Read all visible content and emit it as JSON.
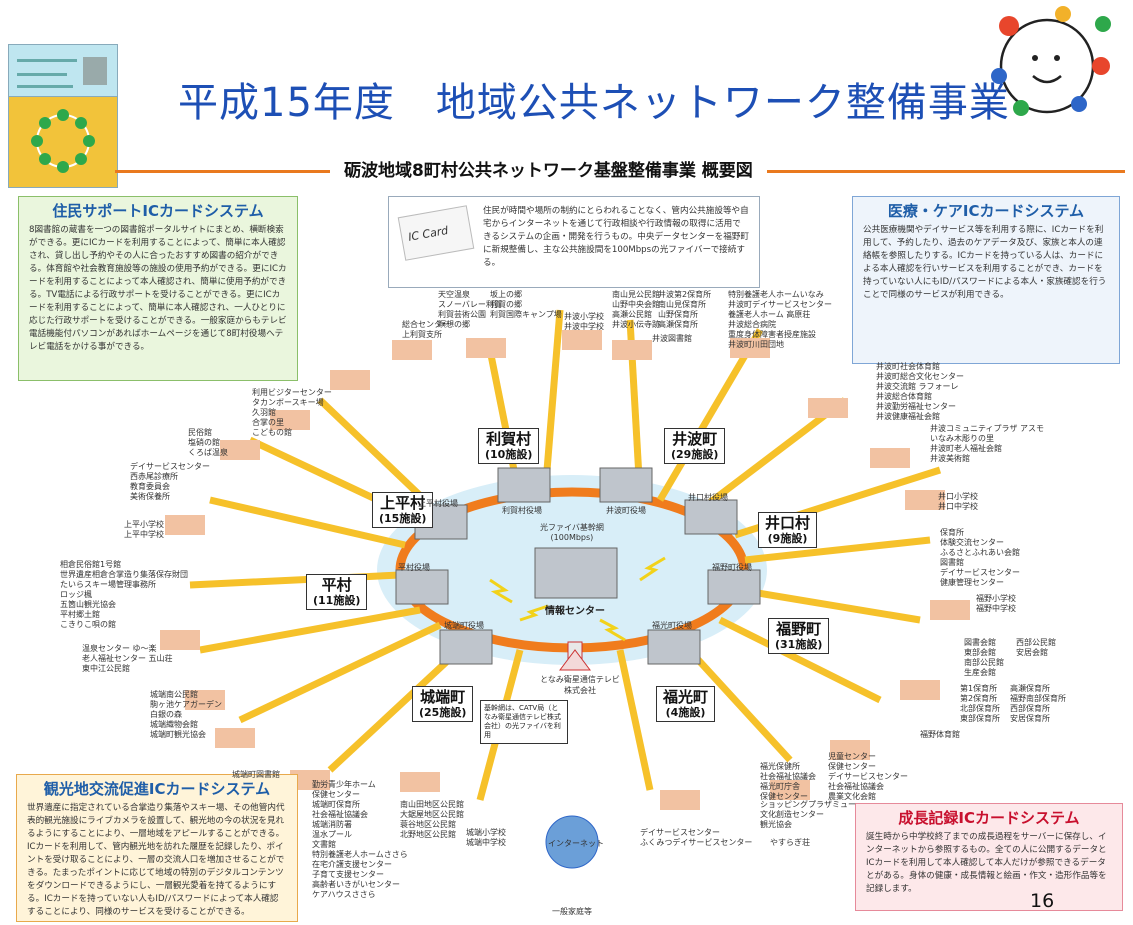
{
  "title": "平成15年度　地域公共ネットワーク整備事業",
  "subtitle": "砺波地域8町村公共ネットワーク基盤整備事業 概要図",
  "page_number": "16",
  "ic_card_label": "IC Card",
  "panels": {
    "jumin": {
      "title": "住民サポートICカードシステム",
      "body": "8図書館の蔵書を一つの図書館ポータルサイトにまとめ、横断検索ができる。更にICカードを利用することによって、簡単に本人確認され、貸し出し予約やその人に合ったおすすめ図書の紹介ができる。体育館や社会教育施設等の施設の使用予約ができる。更にICカードを利用することによって本人確認され、簡単に使用予約ができる。TV電話による行政サポートを受けることができる。更にICカードを利用することによって、簡単に本人確認され、一人ひとりに応じた行政サポートを受けることができる。一般家庭からもテレビ電話機能付パソコンがあればホームページを通じて8町村役場へテレビ電話をかける事ができる。"
    },
    "ic": {
      "body": "住民が時間や場所の制約にとらわれることなく、管内公共施設等や自宅からインターネットを通じて行政相談や行政情報の取得に活用できるシステムの企画・開発を行うもの。中央データセンターを福野町に新規整備し、主な公共施設間を100Mbpsの光ファイバーで接続する。"
    },
    "iryo": {
      "title": "医療・ケアICカードシステム",
      "body": "公共医療機関やデイサービス等を利用する際に、ICカードを利用して、予約したり、過去のケアデータ及び、家族と本人の連絡帳を参照したりする。ICカードを持っている人は、カードによる本人確認を行いサービスを利用することができ、カードを持っていない人にもID/パスワードによる本人・家族確認を行うことで同様のサービスが利用できる。"
    },
    "kanko": {
      "title": "観光地交流促進ICカードシステム",
      "body": "世界遺産に指定されている合掌造り集落やスキー場、その他管内代表的観光施設にライブカメラを設置して、観光地の今の状況を見れるようにすることにより、一層地域をアピールすることができる。ICカードを利用して、管内観光地を訪れた履歴を記録したり、ポイントを受け取ることにより、一層の交流人口を増加させることができる。たまったポイントに応じて地域の特別のデジタルコンテンツをダウンロードできるようにし、一層観光愛着を持てるようにする。ICカードを持っていない人もID/パスワードによって本人確認することにより、同様のサービスを受けることができる。"
    },
    "seicho": {
      "title": "成長記録ICカードシステム",
      "body": "誕生時から中学校終了までの成長過程をサーバーに保存し、インターネットから参照するもの。全ての人に公開するデータとICカードを利用して本人確認して本人だけが参照できるデータとがある。身体の健康・成長情報と絵画・作文・造形作品等を記録します。"
    }
  },
  "center": {
    "label": "情報センター",
    "fiber": "光ファイバ基幹網",
    "fiber_speed": "(100Mbps)",
    "catv": "となみ衛星通信テレビ株式会社",
    "catv_note": "基幹網は、CATV局（となみ衛星通信テレビ株式会社）の光ファイバを利用",
    "internet": "インターネット",
    "home": "一般家庭等"
  },
  "municipalities": [
    {
      "name": "利賀村",
      "count": "(10施設)",
      "office": "利賀村役場"
    },
    {
      "name": "井波町",
      "count": "(29施設)",
      "office": "井波町役場"
    },
    {
      "name": "上平村",
      "count": "(15施設)",
      "office": "上平村役場"
    },
    {
      "name": "井口村",
      "count": "(9施設)",
      "office": "井口村役場"
    },
    {
      "name": "平村",
      "count": "(11施設)",
      "office": "平村役場"
    },
    {
      "name": "福野町",
      "count": "(31施設)",
      "office": "福野町役場"
    },
    {
      "name": "城端町",
      "count": "(25施設)",
      "office": "城端町役場"
    },
    {
      "name": "福光町",
      "count": "(4施設)",
      "office": "福光町役場"
    }
  ],
  "facility_groups": {
    "toga_a": "天空温泉\nスノーバレー利賀\n利賀芸術公園\n瞑想の郷",
    "toga_b": "坂上の郷\n利賀の郷\n利賀国際キャンプ場",
    "toga_c": "総合センター\n上利賀支所",
    "inami_a": "井波小学校\n井波中学校",
    "inami_b": "南山見公民館\n山野中央会館\n高瀬公民館\n井波小伝寺跡",
    "inami_c": "井波第2保育所\n南山見保育所\n山野保育所\n高瀬保育所",
    "inami_d": "井波図書館",
    "inami_e": "特別養護老人ホームいなみ\n井波町デイサービスセンター\n養護老人ホーム 高原荘\n井波総合病院\n重度身体障害者授産施設\n井波町川田団地",
    "inami_f": "井波町社会体育館\n井波町総合文化センター\n井波交流館 ラフォーレ\n井波総合体育館\n井波勤労福祉センター\n井波健康福祉会館",
    "inami_g": "井波コミュニティプラザ アスモ\nいなみ木彫りの里\n井波町老人福祉会館\n井波美術館",
    "kamitaira_a": "利用ビジターセンター\nタカンボースキー場\n久羽館\n合掌の里\nこどもの館",
    "kamitaira_b": "民俗館\n塩硝の館\nくろば温泉",
    "kamitaira_c": "デイサービスセンター\n西赤尾診療所\n教育委員会\n美術保養所",
    "kamitaira_d": "上平小学校\n上平中学校",
    "inokuchi_a": "井口小学校\n井口中学校",
    "inokuchi_b": "保育所\n体験交流センター\nふるさとふれあい会館\n図書館\nデイサービスセンター\n健康管理センター",
    "taira_a": "相倉民俗館1号館\n世界遺産相倉合掌造り集落保存財団\nたいらスキー場管理事務所\nロッジ楓\n五箇山観光協会\n平村郷土館\nこきりこ唄の館",
    "taira_b": "温泉センター ゆ～楽\n老人福祉センター 五山荘\n東中江公民館",
    "fukuno_a": "福野小学校\n福野中学校",
    "fukuno_b": "図書会館\n東部会館\n南部公民館\n生産会館",
    "fukuno_c": "西部公民館\n安居会館",
    "fukuno_d": "第1保育所\n第2保育所\n北部保育所\n東部保育所",
    "fukuno_e": "高瀬保育所\n福野南部保育所\n西部保育所\n安居保育所",
    "fukuno_f": "福野体育館",
    "johana_a": "城端南公民館\n駒ヶ池ケアガーデン\n白銀の森\n城端織物会館\n城端町観光協会",
    "johana_b": "城端町図書館",
    "johana_c": "勤労青少年ホーム\n保健センター\n城端町保育所\n社会福祉協議会\n城端消防署\n温水プール\n文書館\n特別養護老人ホームささら\n在宅介護支援センター\n子育て支援センター\n高齢者いきがいセンター\nケアハウスささら",
    "johana_d": "南山田地区公民館\n大鋸屋地区公民館\n蓑谷地区公民館\n北野地区公民館",
    "johana_e": "城端小学校\n城端中学校",
    "fukumitsu_a": "デイサービスセンター\nふくみつデイサービスセンター",
    "fukumitsu_b": "ショッピングプラザミュー\n文化創造センター\n観光協会",
    "fukumitsu_c": "やすらぎ荘",
    "fukumitsu_d": "福光保健所\n社会福祉協議会\n福光町庁舎\n保健センター",
    "fukumitsu_e": "児童センター\n保健センター\nデイサービスセンター\n社会福祉協議会\n農業文化会館"
  },
  "colors": {
    "title": "#1d4fb5",
    "accent": "#e9791e",
    "ring": "#f07c1d",
    "ray": "#f6c12a",
    "lake": "#d8eef8"
  }
}
